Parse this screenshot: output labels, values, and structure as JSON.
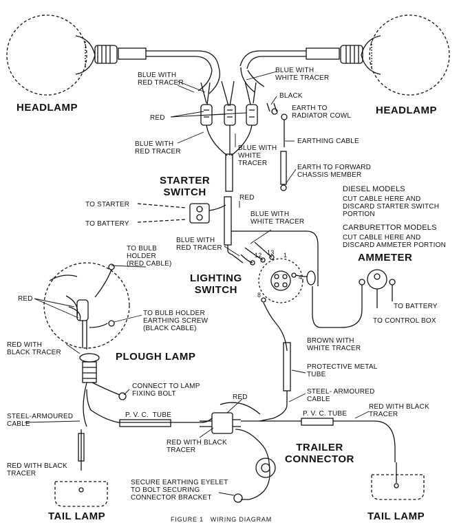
{
  "caption": "FIGURE 1   WIRING DIAGRAM",
  "components": {
    "headlamp_left": "HEADLAMP",
    "headlamp_right": "HEADLAMP",
    "starter_switch": "STARTER\nSWITCH",
    "lighting_switch": "LIGHTING\nSWITCH",
    "ammeter": "AMMETER",
    "plough_lamp": "PLOUGH LAMP",
    "trailer_connector": "TRAILER\nCONNECTOR",
    "tail_lamp_left": "TAIL LAMP",
    "tail_lamp_right": "TAIL LAMP"
  },
  "labels": {
    "blue_red_top": "BLUE WITH\nRED TRACER",
    "blue_white_top": "BLUE WITH\nWHITE TRACER",
    "black": "BLACK",
    "earth_radiator": "EARTH TO\nRADIATOR COWL",
    "red_top": "RED",
    "earthing_cable": "EARTHING CABLE",
    "blue_red_mid": "BLUE WITH\nRED TRACER",
    "blue_white_mid": "BLUE WITH\nWHITE\nTRACER",
    "earth_chassis": "EARTH TO FORWARD\nCHASSIS MEMBER",
    "diesel_title": "DIESEL MODELS",
    "diesel_note": "CUT CABLE HERE AND\nDISCARD STARTER SWITCH\nPORTION",
    "carb_title": "CARBURETTOR MODELS",
    "carb_note": "CUT CABLE HERE AND\nDISCARD AMMETER PORTION",
    "to_starter": "TO STARTER",
    "to_battery_left": "TO BATTERY",
    "red_starter": "RED",
    "blue_white_switch": "BLUE WITH\nWHITE TRACER",
    "blue_red_switch": "BLUE WITH\nRED TRACER",
    "to_bulb_holder": "TO BULB\nHOLDER\n(RED CABLE)",
    "red_plough": "RED",
    "to_bulb_earth": "TO BULB HOLDER\nEARTHING SCREW\n(BLACK CABLE)",
    "red_black_plough": "RED WITH\nBLACK TRACER",
    "to_battery_right": "TO BATTERY",
    "to_control_box": "TO CONTROL BOX",
    "brown_white": "BROWN WITH\nWHITE TRACER",
    "protective_tube": "PROTECTIVE METAL\nTUBE",
    "connect_lamp": "CONNECT TO LAMP\nFIXING BOLT",
    "steel_right": "STEEL- ARMOURED\nCABLE",
    "red_trailer": "RED",
    "steel_left": "STEEL-ARMOURED\nCABLE",
    "pvc_left": "P. V. C.  TUBE",
    "pvc_right": "P. V. C. TUBE",
    "red_black_right": "RED WITH BLACK\nTRACER",
    "red_black_center": "RED WITH BLACK\nTRACER",
    "red_black_left": "RED WITH BLACK\nTRACER",
    "secure_earth": "SECURE EARTHING EYELET\nTO BOLT SECURING\nCONNECTOR BRACKET"
  },
  "terminal_numbers": {
    "t12": "12",
    "t13": "13",
    "t1": "1",
    "t4": "4",
    "t8": "8"
  }
}
